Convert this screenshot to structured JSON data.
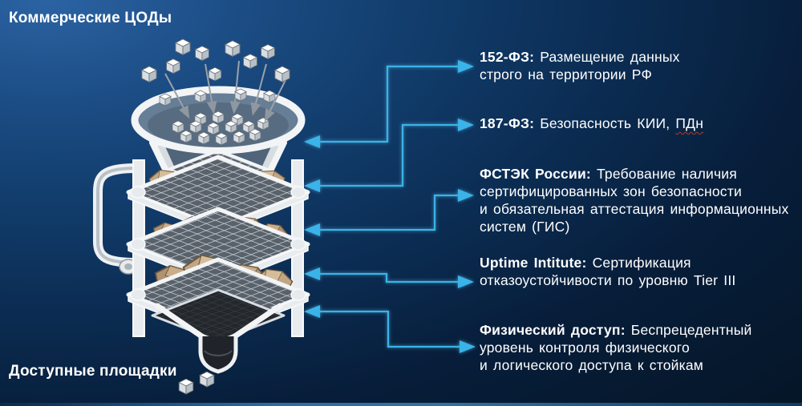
{
  "page": {
    "title": "Коммерческие ЦОДы",
    "footer_label": "Доступные площадки"
  },
  "annotations": [
    {
      "label": "152-ФЗ:",
      "lines": [
        "Размещение данных",
        "строго на территории РФ"
      ]
    },
    {
      "label": "187-ФЗ:",
      "lines": [
        "Безопасность КИИ,"
      ],
      "flagged": "ПДн"
    },
    {
      "label": "ФСТЭК России:",
      "lines": [
        "Требование наличия",
        "сертифицированных зон безопасности",
        "и обязательная аттестация информационных",
        "систем (ГИС)"
      ]
    },
    {
      "label": "Uptime Intitute:",
      "lines": [
        "Сертификация",
        "отказоустойчивости по уровню Tier III"
      ]
    },
    {
      "label": "Физический доступ:",
      "lines": [
        "Беспрецедентный",
        "уровень контроля физического",
        "и логического доступа к стойкам"
      ]
    }
  ],
  "colors": {
    "background_top_left": "#2b63a3",
    "background_dark": "#051628",
    "accent_cyan": "#3ab3e8",
    "text": "#ffffff",
    "spellcheck_underline": "#b03a2e",
    "funnel_interior": "#667e96",
    "funnel_outline": "#f2f4f6",
    "rock": "#c2a683",
    "dark_filter": "#26292d"
  },
  "icons": {
    "cube": "3d-cube-icon",
    "connector": "elbow-arrow-connector",
    "falling_arrow": "down-arrow"
  }
}
